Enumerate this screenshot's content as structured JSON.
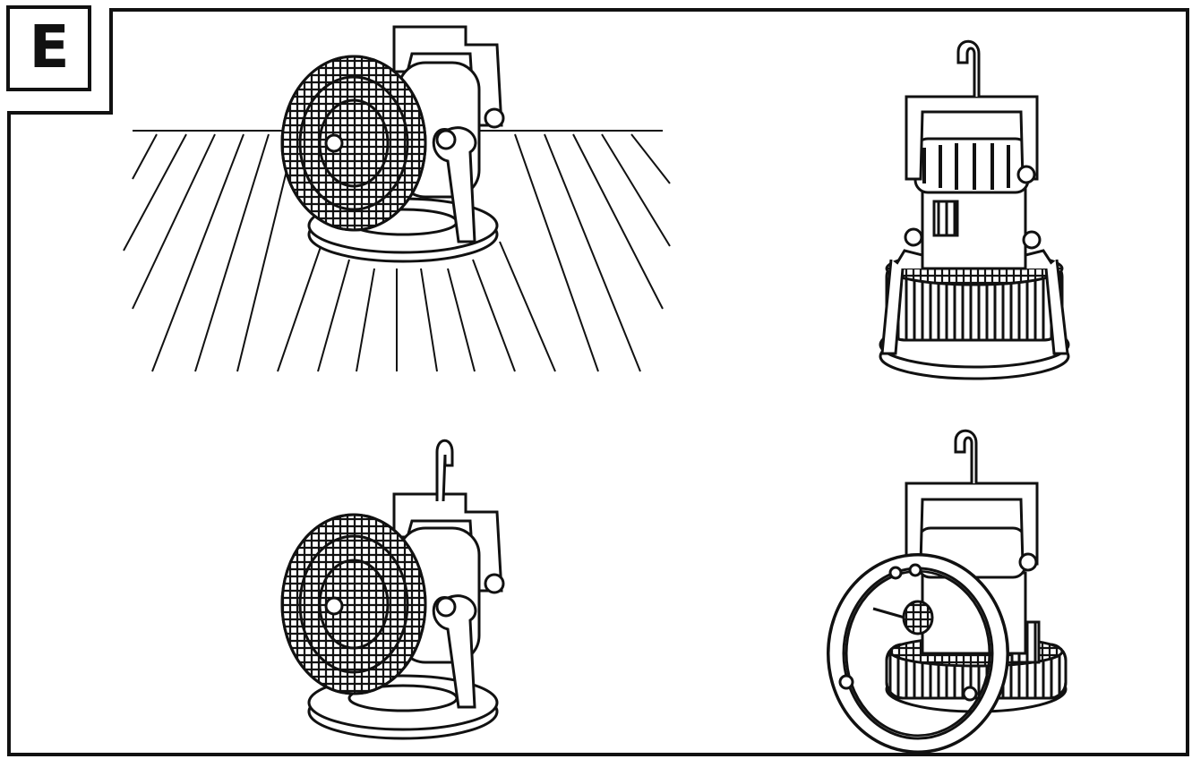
{
  "figure": {
    "section_label": "E",
    "colors": {
      "ink": "#111111",
      "paper": "#ffffff"
    },
    "panels": [
      {
        "name": "fan-on-floor",
        "icon": "fan-lamp-floor-mode-icon"
      },
      {
        "name": "lantern-upright",
        "icon": "lantern-mode-icon"
      },
      {
        "name": "fan-with-hook",
        "icon": "fan-hook-mode-icon"
      },
      {
        "name": "lantern-ring-open",
        "icon": "lantern-ring-mode-icon"
      }
    ]
  }
}
